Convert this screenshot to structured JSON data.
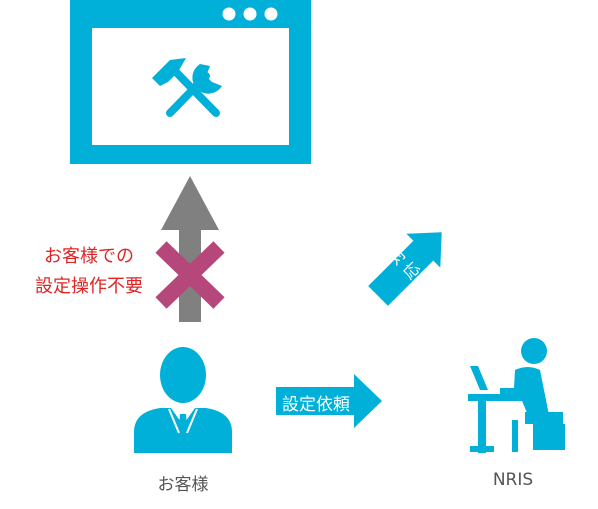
{
  "labels": {
    "no_setup_line1": "お客様での",
    "no_setup_line2": "設定操作不要",
    "setup_request": "設定依頼",
    "response": "対応",
    "customer": "お客様",
    "nris": "NRIS"
  },
  "colors": {
    "accent": "#00b0d8",
    "gray_arrow": "#808080",
    "cross": "#b5477a",
    "red_text": "#e02424",
    "caption_text": "#555555"
  },
  "icons": {
    "window": "browser-window-icon",
    "tools": "hammer-wrench-icon",
    "customer": "businessman-icon",
    "nris": "desk-worker-icon"
  }
}
